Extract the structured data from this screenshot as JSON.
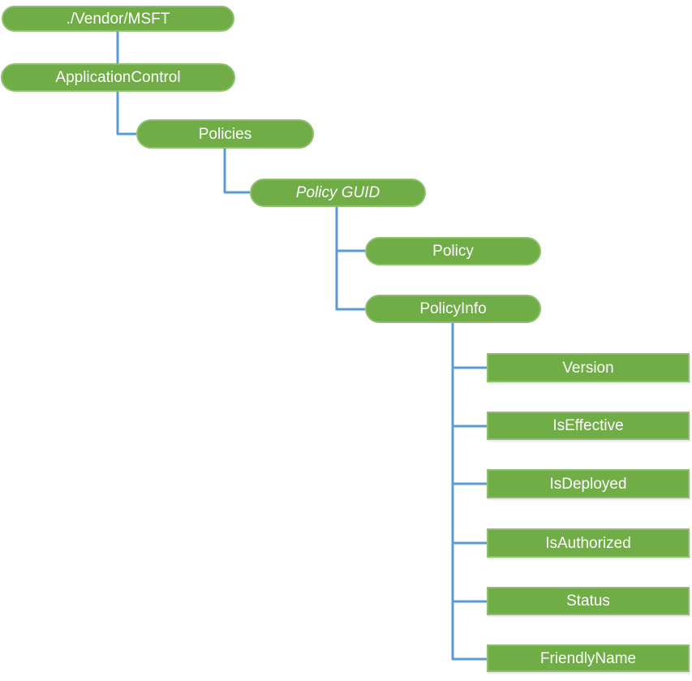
{
  "diagram_type": "tree-hierarchy",
  "colors": {
    "node_fill": "#70AD47",
    "node_border": "#8ebf70",
    "connector": "#5B9BD5",
    "text": "#ffffff",
    "canvas_bg": "#ffffff"
  },
  "nodes": [
    {
      "id": "vendor-msft",
      "label": "./Vendor/MSFT",
      "shape": "pill",
      "italic": false
    },
    {
      "id": "application-control",
      "label": "ApplicationControl",
      "shape": "pill",
      "italic": false
    },
    {
      "id": "policies",
      "label": "Policies",
      "shape": "pill",
      "italic": false
    },
    {
      "id": "policy-guid",
      "label": "Policy GUID",
      "shape": "pill",
      "italic": true
    },
    {
      "id": "policy",
      "label": "Policy",
      "shape": "pill",
      "italic": false
    },
    {
      "id": "policy-info",
      "label": "PolicyInfo",
      "shape": "pill",
      "italic": false
    },
    {
      "id": "version",
      "label": "Version",
      "shape": "rect",
      "italic": false
    },
    {
      "id": "is-effective",
      "label": "IsEffective",
      "shape": "rect",
      "italic": false
    },
    {
      "id": "is-deployed",
      "label": "IsDeployed",
      "shape": "rect",
      "italic": false
    },
    {
      "id": "is-authorized",
      "label": "IsAuthorized",
      "shape": "rect",
      "italic": false
    },
    {
      "id": "status",
      "label": "Status",
      "shape": "rect",
      "italic": false
    },
    {
      "id": "friendly-name",
      "label": "FriendlyName",
      "shape": "rect",
      "italic": false
    }
  ],
  "hierarchy": {
    "./Vendor/MSFT": {
      "ApplicationControl": {
        "Policies": {
          "Policy GUID": {
            "Policy": {},
            "PolicyInfo": {
              "Version": {},
              "IsEffective": {},
              "IsDeployed": {},
              "IsAuthorized": {},
              "Status": {},
              "FriendlyName": {}
            }
          }
        }
      }
    }
  }
}
